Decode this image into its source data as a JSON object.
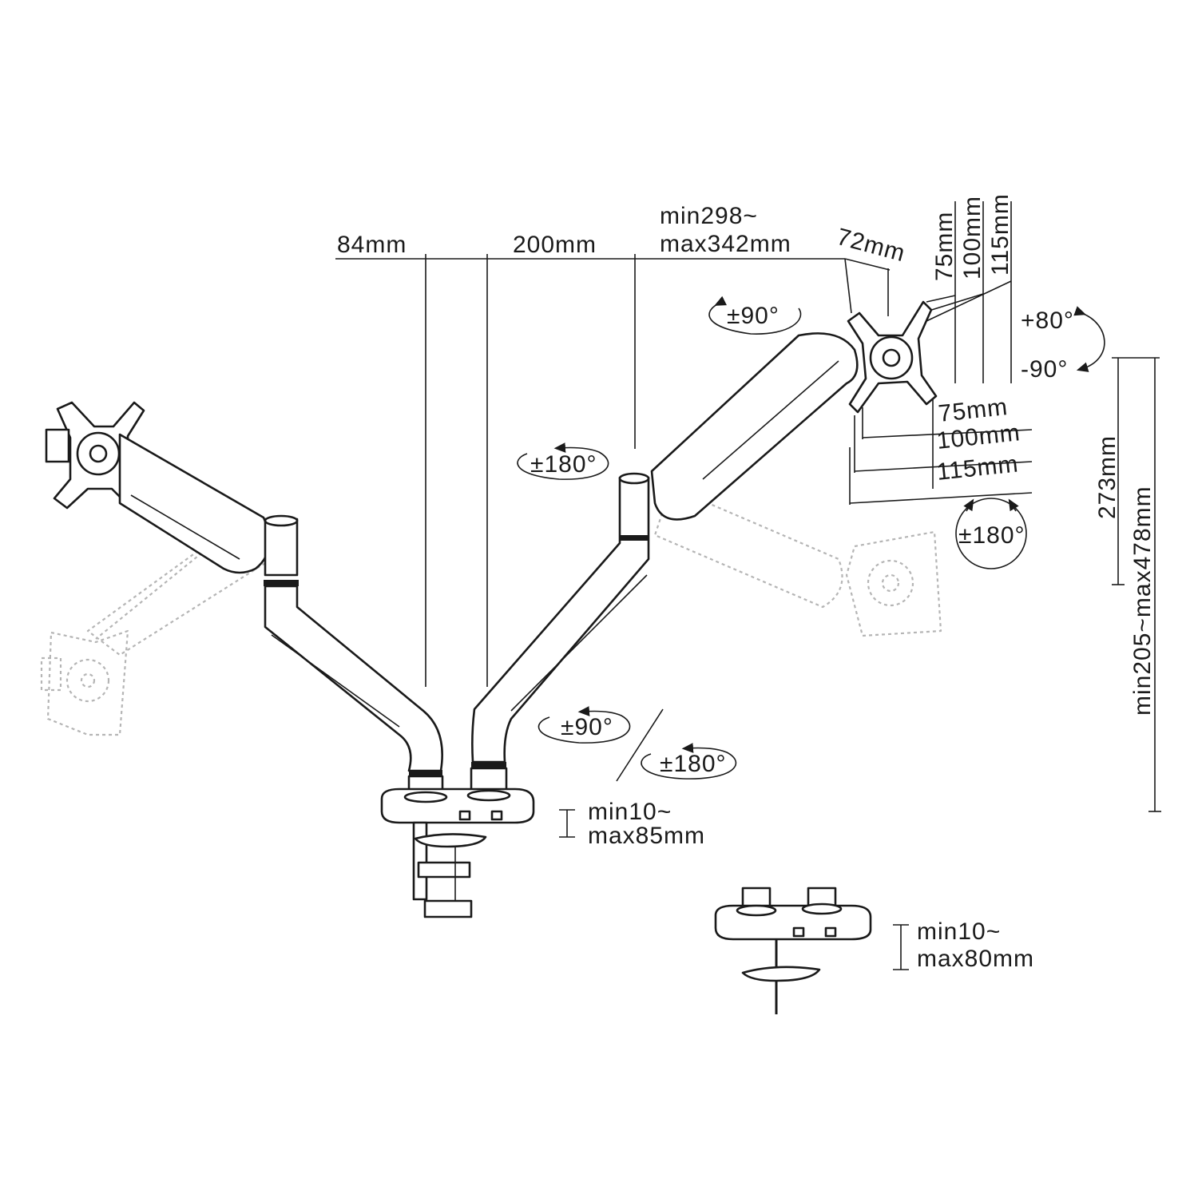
{
  "dimensions": {
    "pole_offset": "84mm",
    "pole_spacing": "200mm",
    "arm_reach_min": "min298~",
    "arm_reach_max": "max342mm",
    "head_depth": "72mm",
    "vesa_top": [
      "75mm",
      "100mm",
      "115mm"
    ],
    "vesa_bottom": [
      "75mm",
      "100mm",
      "115mm"
    ],
    "height_travel": "273mm",
    "overall_height": "min205~max478mm",
    "clamp_min": "min10~",
    "clamp_max": "max85mm",
    "grommet_min": "min10~",
    "grommet_max": "max80mm"
  },
  "rotations": {
    "head_swivel": "±90°",
    "tilt_up": "+80°",
    "tilt_down": "-90°",
    "screen_rotate": "±180°",
    "arm_swivel": "±180°",
    "elbow_swivel": "±90°",
    "base_swivel": "±180°"
  },
  "colors": {
    "line": "#1a1a1a",
    "ghost": "#b5b5b5",
    "background": "#ffffff"
  }
}
